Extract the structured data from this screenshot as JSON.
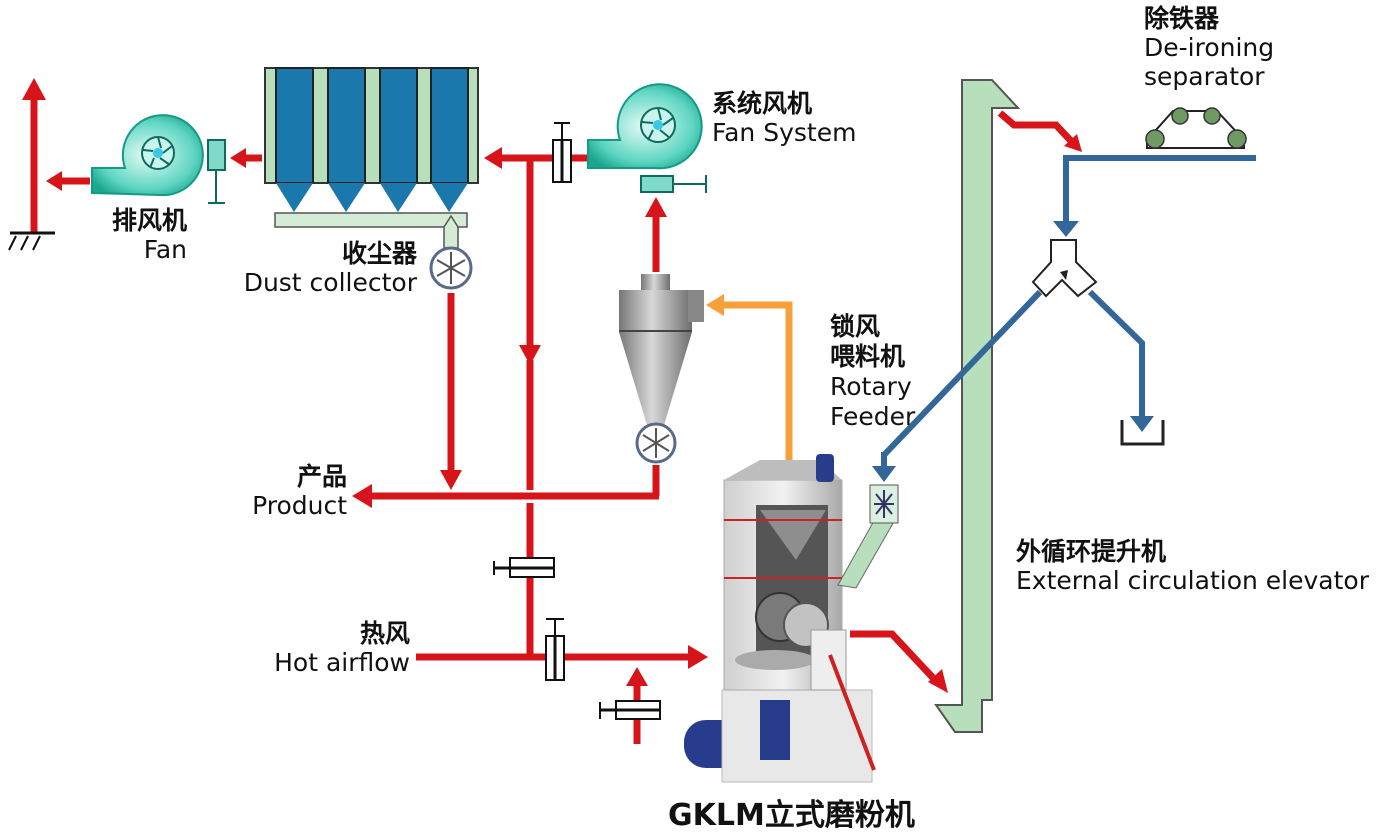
{
  "diagram": {
    "title": "GKLM立式磨粉机",
    "colors": {
      "air_flow": "#d7141a",
      "material_flow": "#336699",
      "return_flow": "#f7a03a",
      "equipment_green": "#b7dfbb",
      "fan_teal": "#2cbfa6",
      "collector_blue": "#1a78ad"
    },
    "labels": {
      "exhaust_fan": {
        "cn": "排风机",
        "en": "Fan"
      },
      "dust_collector": {
        "cn": "收尘器",
        "en": "Dust collector"
      },
      "system_fan": {
        "cn": "系统风机",
        "en": "Fan System"
      },
      "rotary_feeder": {
        "cn1": "锁风",
        "cn2": "喂料机",
        "en1": "Rotary",
        "en2": "Feeder"
      },
      "deironing": {
        "cn": "除铁器",
        "en1": "De-ironing",
        "en2": "separator"
      },
      "product": {
        "cn": "产品",
        "en": "Product"
      },
      "hot_airflow": {
        "cn": "热风",
        "en": "Hot airflow"
      },
      "elevator": {
        "cn": "外循环提升机",
        "en": "External circulation elevator"
      }
    }
  }
}
